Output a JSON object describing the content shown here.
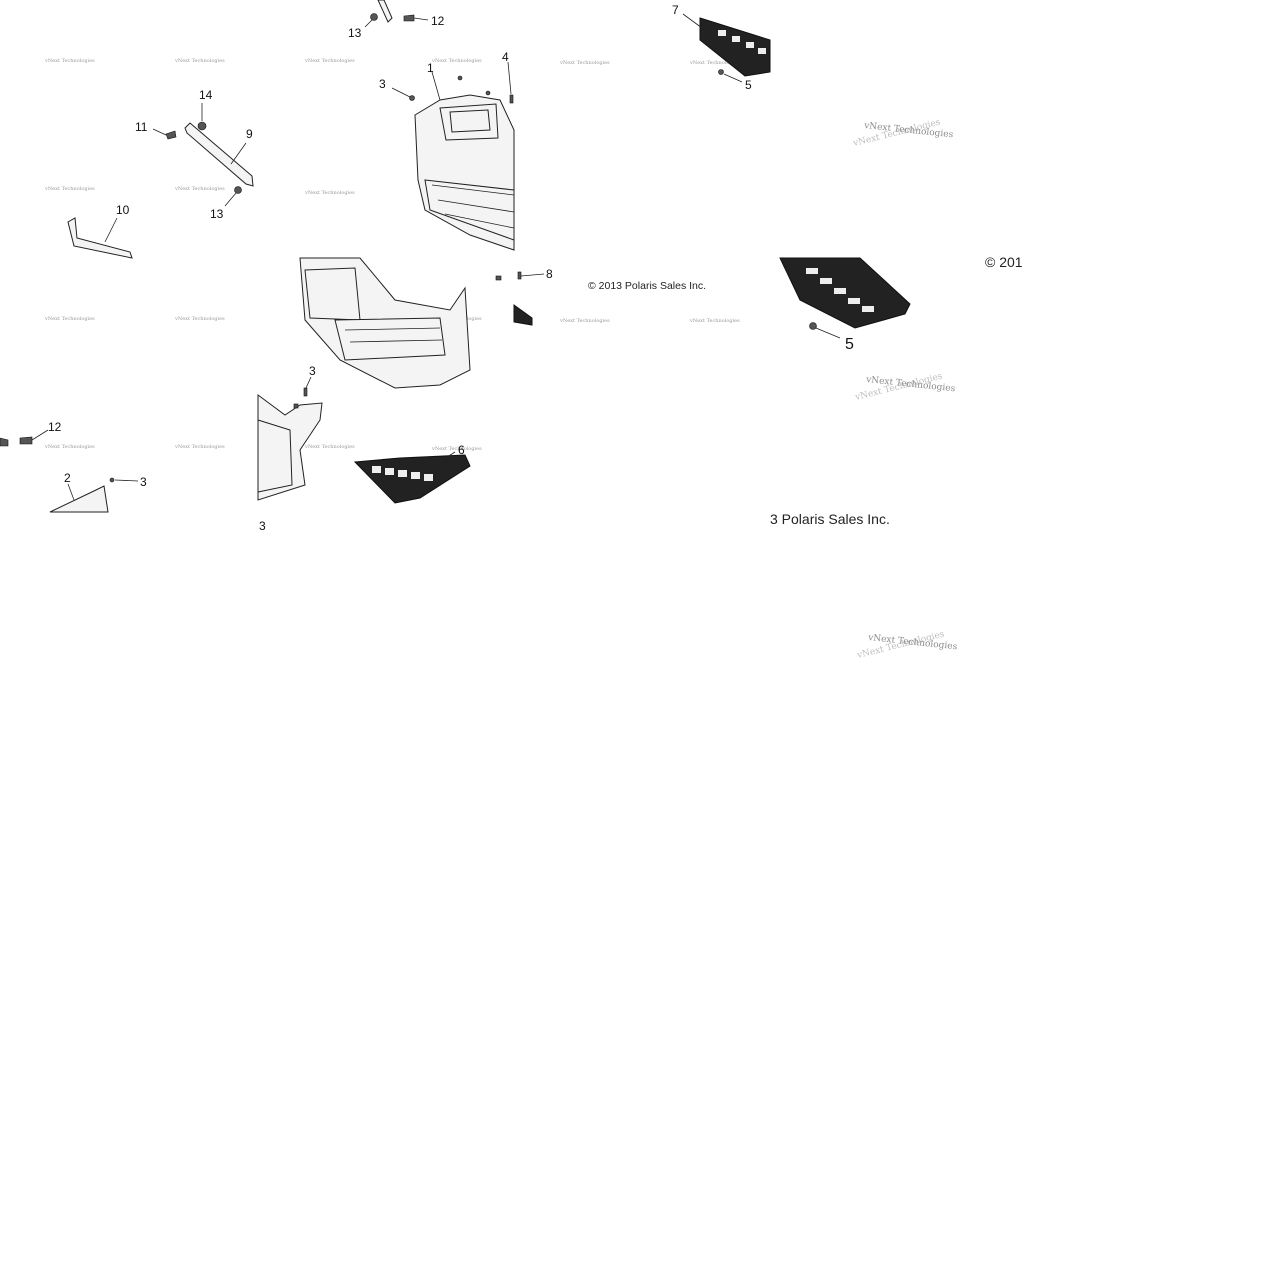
{
  "callouts": {
    "c1": "1",
    "c2": "2",
    "c3a": "3",
    "c3b": "3",
    "c3c": "3",
    "c3d": "3",
    "c4": "4",
    "c5a": "5",
    "c5b": "5",
    "c6": "6",
    "c7": "7",
    "c8": "8",
    "c9": "9",
    "c10": "10",
    "c11": "11",
    "c12a": "12",
    "c12b": "12",
    "c13a": "13",
    "c13b": "13",
    "c14": "14"
  },
  "copyright": {
    "small": "© 2013 Polaris Sales Inc.",
    "large_fragment": "3 Polaris Sales Inc.",
    "large_cut": "© 201"
  },
  "watermark": {
    "text": "vNext Technologies"
  }
}
